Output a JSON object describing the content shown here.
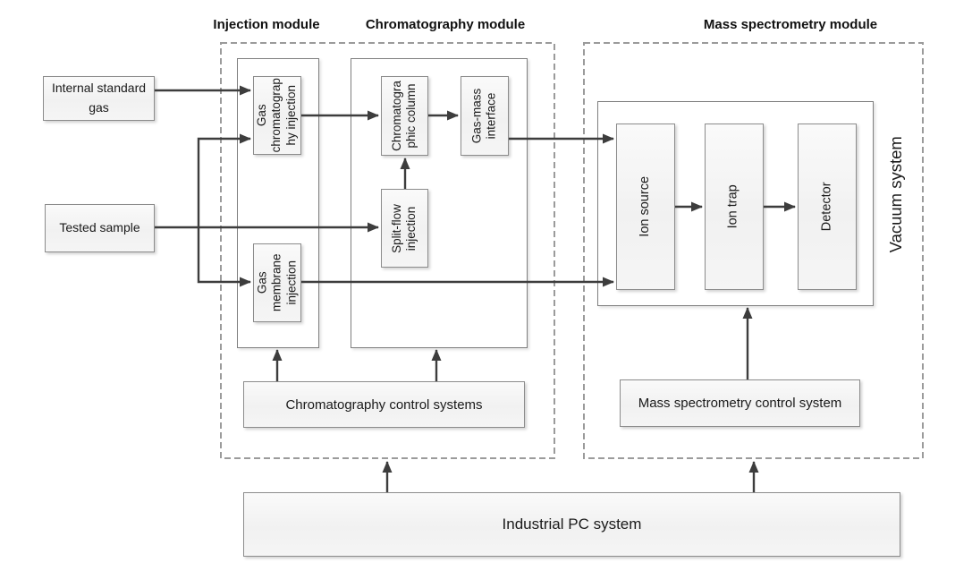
{
  "modules": {
    "injection": {
      "label": "Injection module"
    },
    "chromatography": {
      "label": "Chromatography module"
    },
    "mass_spectrometry": {
      "label": "Mass spectrometry module"
    }
  },
  "inputs": {
    "internal_standard_gas": {
      "lines": [
        "Internal standard",
        "gas"
      ]
    },
    "tested_sample": {
      "label": "Tested sample"
    }
  },
  "injection_module": {
    "gas_chromatography_injection": {
      "lines": [
        "Gas",
        "chromatograp",
        "hy injection"
      ]
    },
    "gas_membrane_injection": {
      "lines": [
        "Gas",
        "membrane",
        "injection"
      ]
    }
  },
  "chromatography_module": {
    "chromatographic_column": {
      "lines": [
        "Chromatogra",
        "phic column"
      ]
    },
    "gas_mass_interface": {
      "lines": [
        "Gas-mass",
        "interface"
      ]
    },
    "split_flow_injection": {
      "lines": [
        "Split-flow",
        "injection"
      ]
    }
  },
  "mass_spectrometry_module": {
    "vacuum_system": {
      "label": "Vacuum system"
    },
    "ion_source": {
      "label": "Ion source"
    },
    "ion_trap": {
      "label": "Ion trap"
    },
    "detector": {
      "label": "Detector"
    }
  },
  "control_layer": {
    "chromatography_control_systems": {
      "label": "Chromatography control systems"
    },
    "mass_spectrometry_control_system": {
      "label": "Mass spectrometry control system"
    },
    "industrial_pc_system": {
      "label": "Industrial PC system"
    }
  },
  "colors": {
    "box_fill": "#f3f3f3",
    "box_border": "#8c8c8c",
    "container_border": "#7f7f7f",
    "dashed_border": "#9b9b9b",
    "arrow": "#3d3d3d",
    "text": "#1a1a1a"
  }
}
